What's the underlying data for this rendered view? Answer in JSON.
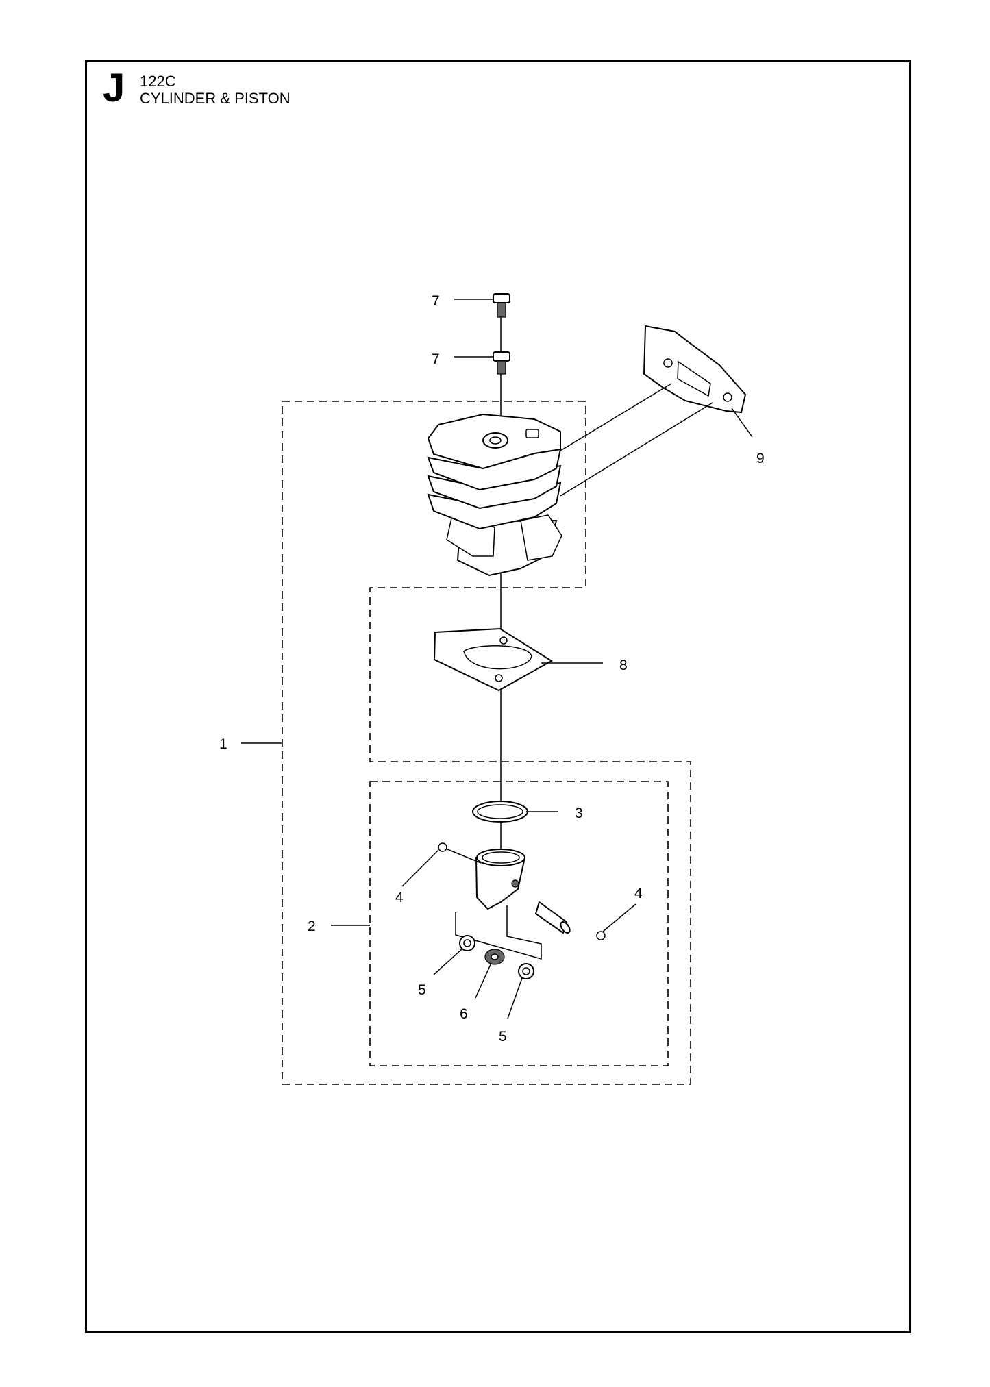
{
  "header": {
    "section_letter": "J",
    "model": "122C",
    "title": "CYLINDER & PISTON"
  },
  "callouts": {
    "c1": "1",
    "c2": "2",
    "c3": "3",
    "c4a": "4",
    "c4b": "4",
    "c5a": "5",
    "c5b": "5",
    "c6": "6",
    "c7a": "7",
    "c7b": "7",
    "c8": "8",
    "c9": "9"
  }
}
